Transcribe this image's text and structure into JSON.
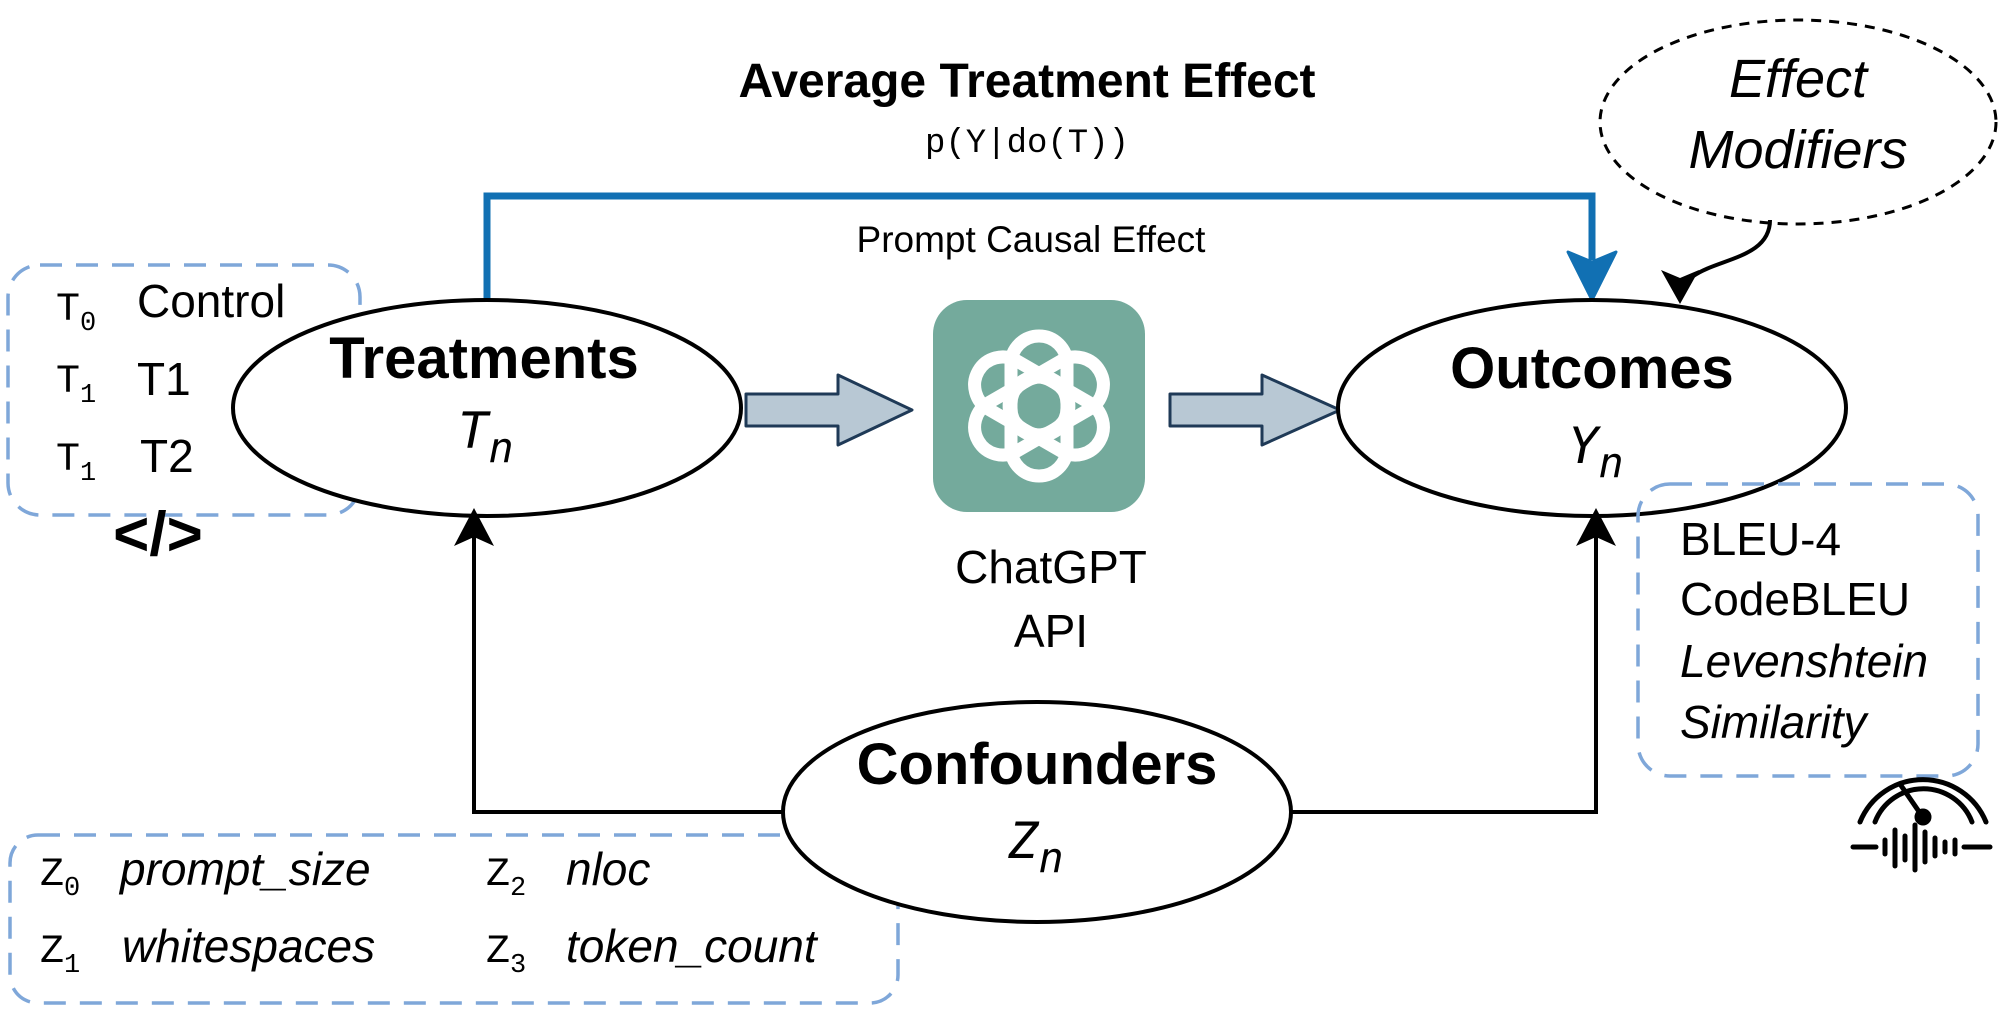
{
  "header": {
    "ate_title": "Average Treatment Effect",
    "ate_formula": "p(Y|do(T))",
    "pce_label": "Prompt Causal Effect"
  },
  "effect_modifiers": {
    "line1": "Effect",
    "line2": "Modifiers"
  },
  "treatments": {
    "title": "Treatments",
    "var": "T",
    "sub": "n",
    "items": [
      {
        "sym": "T",
        "sub": "0",
        "label": "Control"
      },
      {
        "sym": "T",
        "sub": "1",
        "label": "T1"
      },
      {
        "sym": "T",
        "sub": "1",
        "label": "T2"
      }
    ],
    "code_icon": "</>"
  },
  "api": {
    "line1": "ChatGPT",
    "line2": "API",
    "icon": "openai-logo-icon"
  },
  "outcomes": {
    "title": "Outcomes",
    "var": "Y",
    "sub": "n",
    "metrics": [
      "BLEU-4",
      "CodeBLEU",
      "Levenshtein",
      "Similarity"
    ],
    "icon": "gauge-icon"
  },
  "confounders": {
    "title": "Confounders",
    "var": "Z",
    "sub": "n",
    "items": [
      {
        "sym": "Z",
        "sub": "0",
        "label": "prompt_size"
      },
      {
        "sym": "Z",
        "sub": "2",
        "label": "nloc"
      },
      {
        "sym": "Z",
        "sub": "1",
        "label": "whitespaces"
      },
      {
        "sym": "Z",
        "sub": "3",
        "label": "token_count"
      }
    ]
  },
  "colors": {
    "ate_arrow": "#1170b3",
    "dashed_box": "#7fa7d9",
    "block_arrow_fill": "#b8c8d4",
    "block_arrow_stroke": "#1f3a57",
    "api_tile": "#74aa9c"
  }
}
